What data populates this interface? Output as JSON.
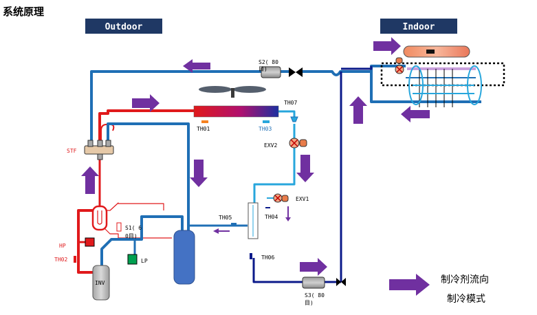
{
  "title": "系统原理",
  "panels": {
    "outdoor": "Outdoor",
    "indoor": "Indoor"
  },
  "labels": {
    "s2_line1": "S2( 80",
    "s2_line2": "目)",
    "th07": "TH07",
    "th01": "TH01",
    "th03": "TH03",
    "exv2": "EXV2",
    "exv1": "EXV1",
    "stf": "STF",
    "th05": "TH05",
    "th04": "TH04",
    "s1_line1": "S1( 6",
    "s1_line2": "0目)",
    "hp": "HP",
    "th02": "TH02",
    "lp": "LP",
    "inv": "INV",
    "th06": "TH06",
    "s3_line1": "S3( 80",
    "s3_line2": "目)"
  },
  "legend": {
    "arrow_label": "制冷剂流向",
    "mode": "制冷模式"
  },
  "colors": {
    "header_bg": "#1f3864",
    "pipe_blue": "#1f6fb5",
    "pipe_dark": "#0b1a8a",
    "pipe_red": "#e0191b",
    "pipe_light": "#27a6dc",
    "arrow": "#7030a0",
    "tank": "#4472c4"
  }
}
